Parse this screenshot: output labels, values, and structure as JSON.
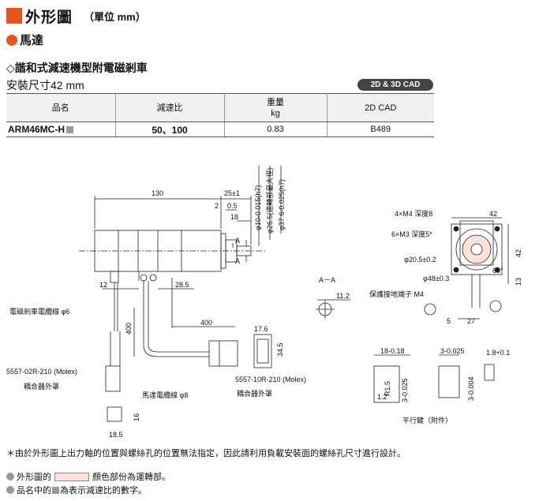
{
  "header": {
    "title": "外形圖",
    "unit": "（單位 mm）"
  },
  "section": {
    "label": "馬達"
  },
  "product": {
    "subtitle": "◇諧和式減速機型附電磁剎車",
    "size": "安裝尺寸42 mm",
    "cad_badge": "2D & 3D CAD"
  },
  "table": {
    "headers": [
      "品名",
      "減速比",
      "重量",
      "kg",
      "2D CAD"
    ],
    "rows": [
      {
        "model": "ARM46MC-H",
        "ratio": "50、100",
        "weight": "0.83",
        "cad": "B489"
      }
    ]
  },
  "dimensions": {
    "length_130": "130",
    "d_25": "25±1",
    "d_2": "2",
    "d_0_5": "0.5",
    "d_18": "18",
    "shaft_phi10": "φ10-0.015(h7)",
    "phi26_5": "φ26.5(速轉部最大徑)",
    "phi37_6": "φ37.6-0.025(h7)",
    "d_12": "12",
    "d_28_5": "28.5",
    "d_400_h": "400",
    "d_400_v": "400",
    "d_17_6": "17.6",
    "d_34_5": "34.5",
    "d_16": "16",
    "d_18_5": "18.5",
    "section_aa": "A－A",
    "d_11_2": "11.2",
    "m4_holes": "4×M4 深度8",
    "m3_holes": "6×M3 深度5*",
    "pcd_20_5": "φ20.5±0.2",
    "pcd_48": "φ48±0.3",
    "d_42_top": "42",
    "d_42_side": "42",
    "d_13": "13",
    "angle_60": "60°",
    "d_5": "5",
    "d_27": "27",
    "key_18": "18-0.18",
    "key_3w": "3-0.025",
    "key_1_8": "1.8+0.1",
    "key_1_2": "1.2",
    "key_3_h": "3-0.025",
    "key_3_h2": "3-0.004",
    "key_r": "R1.5"
  },
  "labels": {
    "brake_cable": "電磁剎車電纜線 φ6",
    "molex_2": "5557-02R-210 (Molex)",
    "coupler_1": "耦合器外罩",
    "motor_cable": "馬達電纜線 φ8",
    "molex_10": "5557-10R-210 (Molex)",
    "coupler_2": "耦合器外罩",
    "ground": "保護接地端子 M4",
    "key_label": "平行鍵（附件）",
    "section_a": "A"
  },
  "notes": {
    "main": "＊由於外形圖上出力軸的位置與螺絲孔的位置無法指定，因此請利用負載安裝面的螺絲孔尺寸進行設計。",
    "color_prefix": "外形圖的",
    "color_suffix": "顏色部份為運轉部。",
    "model_prefix": "品名中的",
    "model_suffix": "為表示減速比的數字。"
  },
  "colors": {
    "accent": "#e8541c",
    "moving_part": "#fbe3dc",
    "badge": "#444444"
  }
}
